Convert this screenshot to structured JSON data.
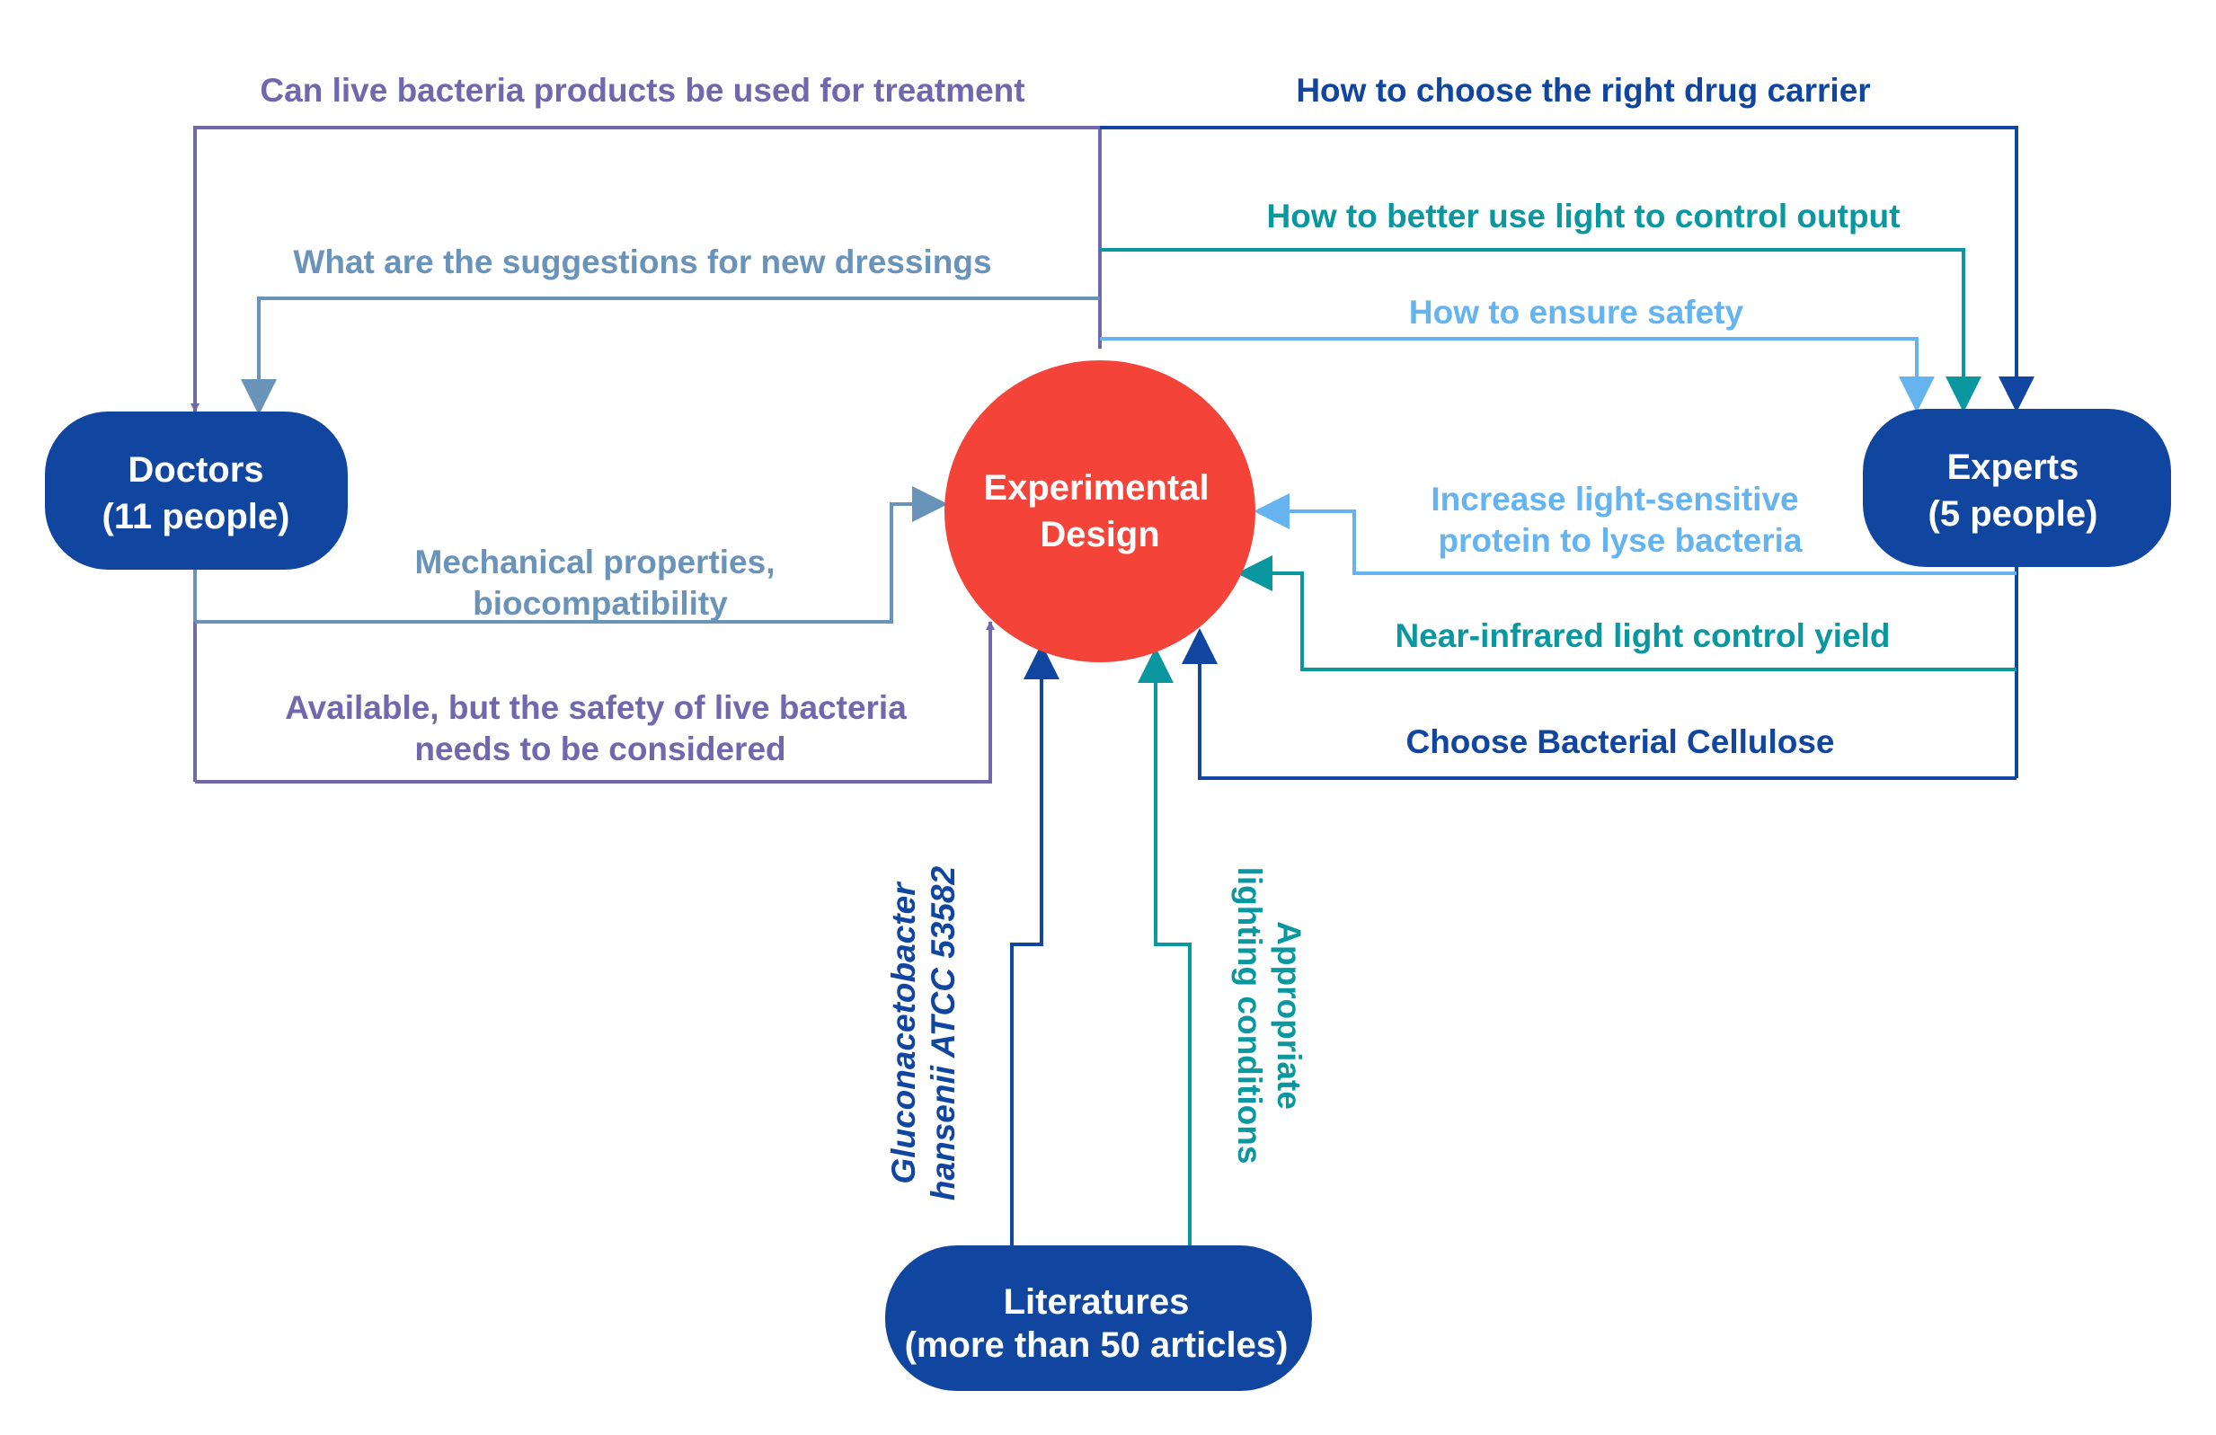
{
  "colors": {
    "purple": "#6f68ad",
    "steel_blue": "#6a93ba",
    "navy": "#1046a0",
    "teal": "#0a979f",
    "light_blue": "#65b4f0",
    "red": "#f4443a",
    "node_fill": "#1046a0",
    "white": "#ffffff"
  },
  "nodes": {
    "doctors": {
      "line1": "Doctors",
      "line2": "(11 people)"
    },
    "experts": {
      "line1": "Experts",
      "line2": "(5 people)"
    },
    "literatures": {
      "line1": "Literatures",
      "line2": "(more than 50 articles)"
    },
    "center": {
      "line1": "Experimental",
      "line2": "Design"
    }
  },
  "edges": {
    "live_bacteria_question": "Can live bacteria products be used for treatment",
    "drug_carrier_question": "How to choose the right drug carrier",
    "light_control_question": "How to better use light to control output",
    "dressings_question": "What are the suggestions for new dressings",
    "safety_question": "How to ensure safety",
    "mechanical": {
      "line1": "Mechanical properties,",
      "line2": "biocompatibility"
    },
    "available": {
      "line1": "Available, but the safety of live bacteria",
      "line2": "needs to be considered"
    },
    "increase_protein": {
      "line1": "Increase light-sensitive",
      "line2": "protein to lyse bacteria"
    },
    "near_infrared": "Near-infrared light control yield",
    "bacterial_cellulose": "Choose Bacterial Cellulose",
    "strain": {
      "line1": "Gluconacetobacter",
      "line2": "hansenii ATCC 53582"
    },
    "lighting": {
      "line1": "Appropriate",
      "line2": "lighting conditions"
    }
  }
}
